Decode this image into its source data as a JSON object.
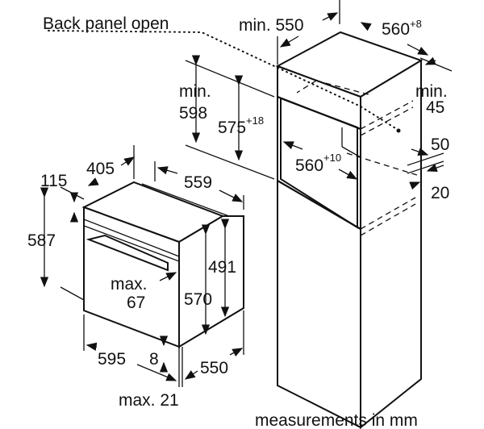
{
  "labels": {
    "back_panel": "Back panel open",
    "min550": "min. 550",
    "w560": "560",
    "w560_sup": "+8",
    "min598_a": "min.",
    "min598_b": "598",
    "h575": "575",
    "h575_sup": "+18",
    "min45_a": "min.",
    "min45_b": "45",
    "n560": "560",
    "n560_sup": "+10",
    "d50": "50",
    "d20": "20",
    "d115": "115",
    "d405": "405",
    "d559": "559",
    "d587": "587",
    "d491": "491",
    "max67_a": "max.",
    "max67_b": "67",
    "d570": "570",
    "d595": "595",
    "d8": "8",
    "d550": "550",
    "max21": "max. 21",
    "footer": "measurements in mm"
  }
}
